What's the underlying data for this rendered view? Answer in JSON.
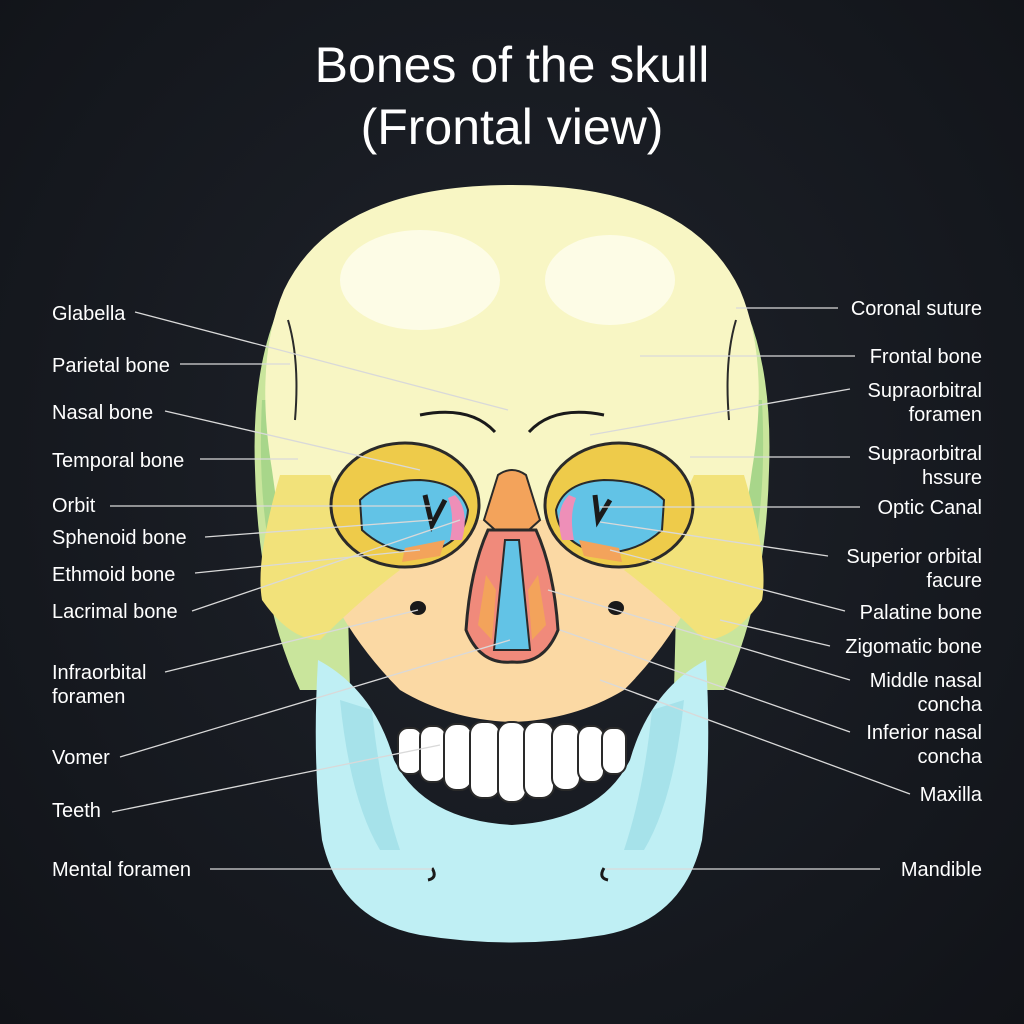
{
  "title": {
    "line1": "Bones of the skull",
    "line2": "(Frontal view)"
  },
  "labels": {
    "glabella": "Glabella",
    "parietal_bone": "Parietal bone",
    "nasal_bone": "Nasal bone",
    "temporal_bone": "Temporal bone",
    "orbit": "Orbit",
    "sphenoid_bone": "Sphenoid bone",
    "ethmoid_bone": "Ethmoid bone",
    "lacrimal_bone": "Lacrimal bone",
    "infraorbital_foramen": [
      "Infraorbital",
      "foramen"
    ],
    "vomer": "Vomer",
    "teeth": "Teeth",
    "mental_foramen": "Mental foramen",
    "coronal_suture": "Coronal suture",
    "frontal_bone": "Frontal bone",
    "supraorbital_foramen": [
      "Supraorbitral",
      "foramen"
    ],
    "supraorbital_fissure": [
      "Supraorbitral",
      "hssure"
    ],
    "optic_canal": "Optic Canal",
    "superior_orbital_fissure": [
      "Superior orbital",
      "facure"
    ],
    "palatine_bone": "Palatine bone",
    "zygomatic_bone": "Zigomatic bone",
    "middle_nasal_concha": [
      "Middle nasal",
      "concha"
    ],
    "inferior_nasal_concha": [
      "Inferior nasal",
      "concha"
    ],
    "maxilla": "Maxilla",
    "mandible": "Mandible"
  },
  "colors": {
    "background": "#15181e",
    "frontal": "#f8f6c4",
    "parietal_temporal": "#c9e59c",
    "zygomatic": "#f2e27a",
    "maxilla": "#fbd9a4",
    "mandible": "#bfeff4",
    "orbit_fill": "#62c3e6",
    "nasal": "#f3a35b",
    "lacrimal": "#ee8fb8",
    "leader_line": "#d9d9d9"
  }
}
